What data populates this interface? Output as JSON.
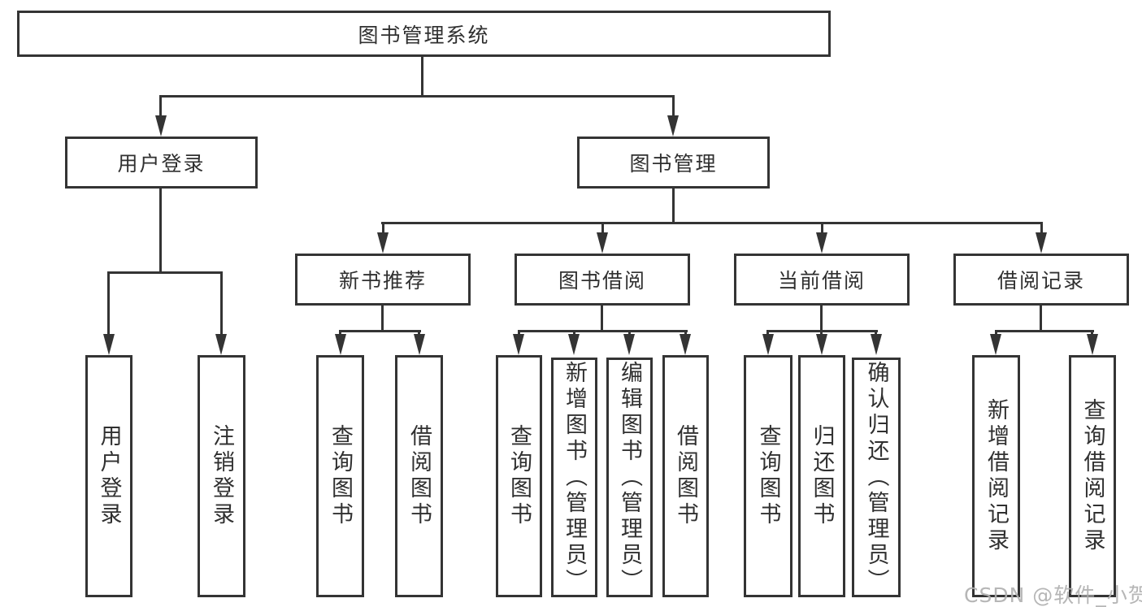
{
  "tree": {
    "label": "图书管理系统",
    "children": [
      {
        "label": "用户登录",
        "children": [
          {
            "label": "用户登录"
          },
          {
            "label": "注销登录"
          }
        ]
      },
      {
        "label": "图书管理",
        "children": [
          {
            "label": "新书推荐",
            "children": [
              {
                "label": "查询图书"
              },
              {
                "label": "借阅图书"
              }
            ]
          },
          {
            "label": "图书借阅",
            "children": [
              {
                "label": "查询图书"
              },
              {
                "label": "新增图书（管理员）"
              },
              {
                "label": "编辑图书（管理员）"
              },
              {
                "label": "借阅图书"
              }
            ]
          },
          {
            "label": "当前借阅",
            "children": [
              {
                "label": "查询图书"
              },
              {
                "label": "归还图书"
              },
              {
                "label": "确认归还（管理员）"
              }
            ]
          },
          {
            "label": "借阅记录",
            "children": [
              {
                "label": "新增借阅记录"
              },
              {
                "label": "查询借阅记录"
              }
            ]
          }
        ]
      }
    ]
  },
  "watermark": {
    "text": "CSDN @软件_小贺同学"
  },
  "colors": {
    "line": "#343434",
    "text": "#303030",
    "background": "#ffffff",
    "watermark": "#b0b0b0"
  }
}
